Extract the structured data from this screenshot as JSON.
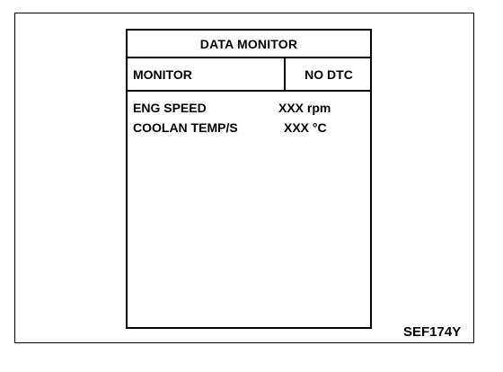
{
  "screen": {
    "title": "DATA MONITOR",
    "header": {
      "left_label": "MONITOR",
      "right_label": "NO DTC"
    },
    "items": [
      {
        "name": "ENG SPEED",
        "value": "XXX rpm"
      },
      {
        "name": "COOLAN TEMP/S",
        "value": "XXX °C"
      }
    ]
  },
  "figure_code": "SEF174Y"
}
